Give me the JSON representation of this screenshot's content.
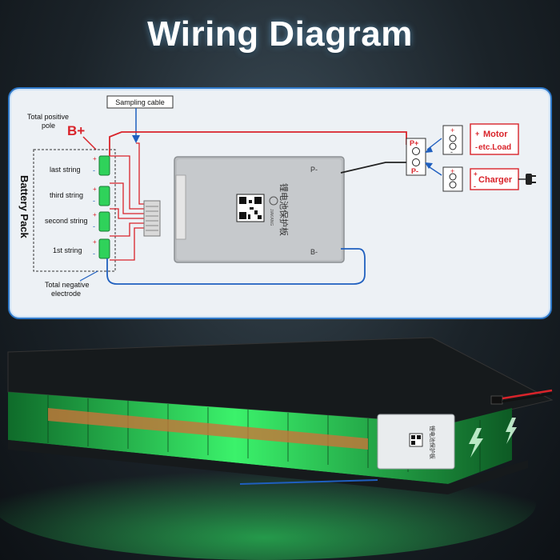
{
  "title": "Wiring Diagram",
  "diagram": {
    "sampling_cable_label": "Sampling cable",
    "total_positive_label_line1": "Total positive",
    "total_positive_label_line2": "pole",
    "b_plus_label": "B+",
    "battery_pack_label": "Battery Pack",
    "strings": [
      "last string",
      "third string",
      "second string",
      "1st string"
    ],
    "total_negative_label_line1": "Total negative",
    "total_negative_label_line2": "electrode",
    "board_text": "锂电池保护板",
    "board_brand": "JIAKANG",
    "board_p_minus": "P-",
    "board_b_minus": "B-",
    "port_p_plus": "P+",
    "port_p_minus": "P-",
    "motor_label_line1": "Motor",
    "motor_label_line2": "etc.Load",
    "charger_label": "Charger",
    "plus_sign": "+",
    "minus_sign": "-"
  },
  "photo": {
    "board_text": "锂电池保护板"
  },
  "colors": {
    "panel_border": "#2f79c9",
    "wire_red": "#d9232a",
    "wire_blue": "#1f5fbf",
    "wire_black": "#222222",
    "cell_green": "#2fd25a"
  }
}
